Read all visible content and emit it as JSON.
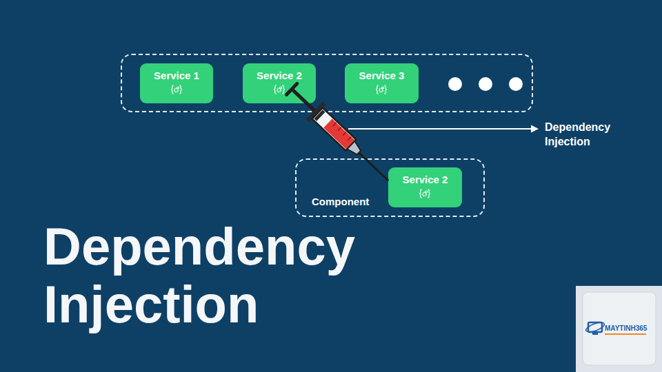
{
  "diagram": {
    "title": "Dependency Injection",
    "nodes": [
      {
        "text": []
      },
      {
        "text": [
          "Service 1"
        ],
        "in": 0
      },
      {
        "text": [
          "Service 2"
        ],
        "in": 0
      },
      {
        "text": [
          "Service 3"
        ],
        "in": 0
      },
      {
        "text": [
          "Component"
        ]
      },
      {
        "text": [
          "Service 2"
        ],
        "in": 4
      }
    ],
    "edges": [
      {
        "from": 2,
        "to": 5,
        "arrow": "none"
      }
    ],
    "labels": [
      "Dependency Injection",
      "MAYTINH365"
    ]
  }
}
